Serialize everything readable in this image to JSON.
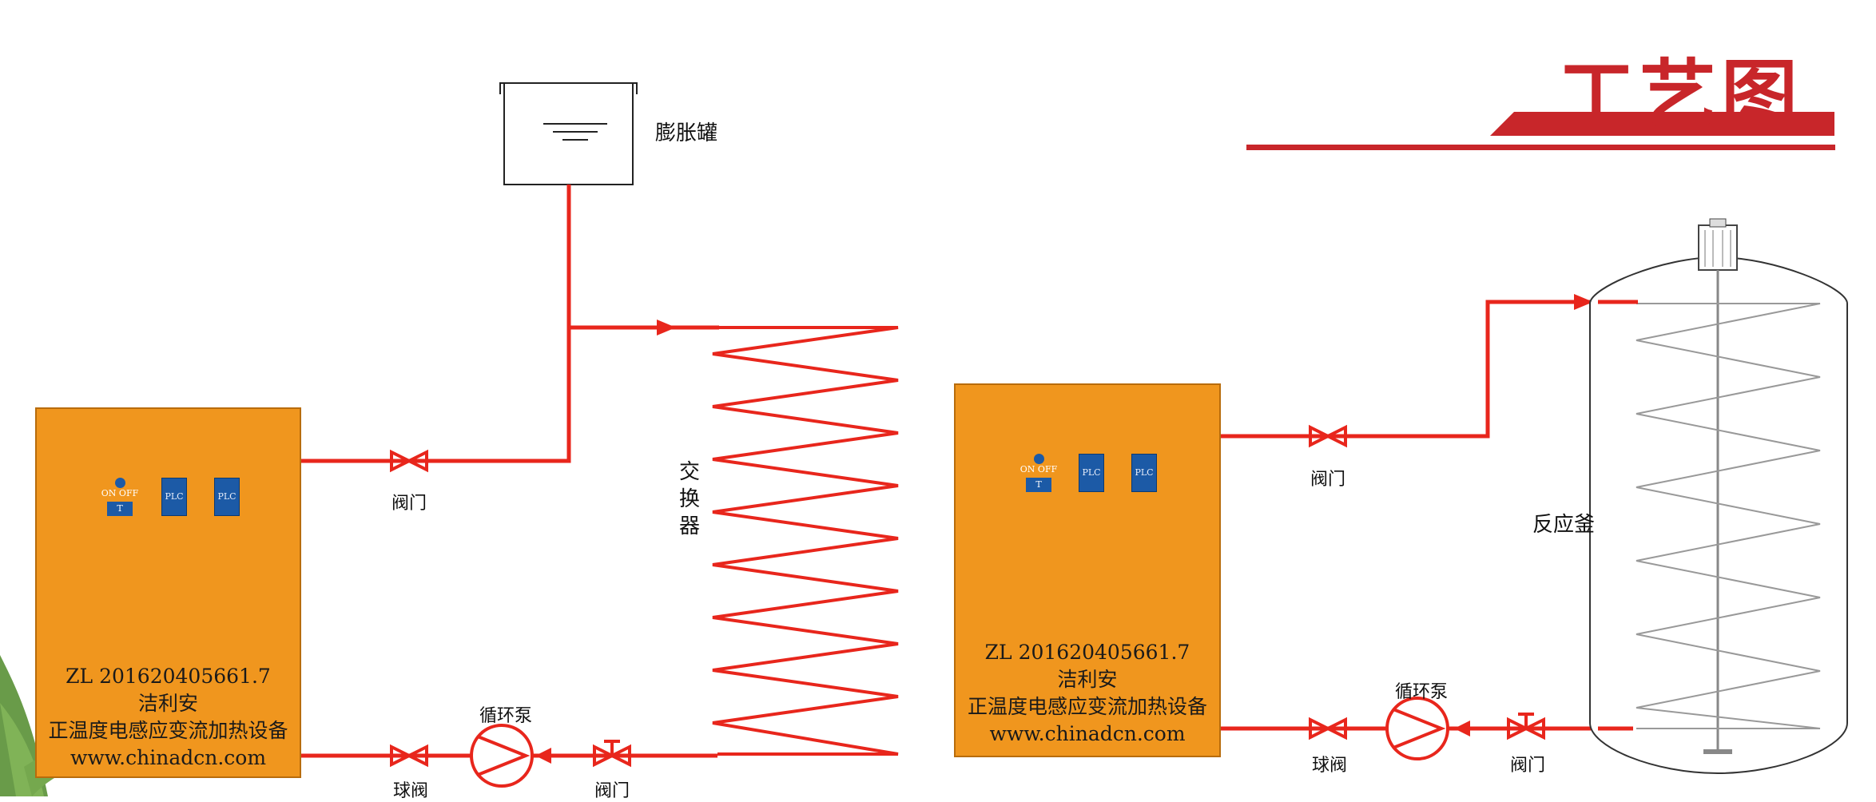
{
  "title": "工艺图",
  "colors": {
    "pipe": "#e8261c",
    "title": "#c8262a",
    "cabinet": "#f0961e",
    "plc": "#1c5aa6"
  },
  "expansion_tank": {
    "label": "膨胀罐"
  },
  "exchanger": {
    "chars": [
      "交",
      "换",
      "器"
    ]
  },
  "reactor": {
    "label": "反应釜"
  },
  "left_unit": {
    "valve_top_label": "阀门",
    "ball_valve_label": "球阀",
    "pump_label": "循环泵",
    "valve_bottom_label": "阀门",
    "panel": {
      "on_off": "ON OFF",
      "t": "T",
      "plc1": "PLC",
      "plc2": "PLC"
    },
    "text": {
      "patent": "ZL 201620405661.7",
      "brand": "洁利安",
      "desc": "正温度电感应变流加热设备",
      "url": "www.chinadcn.com"
    }
  },
  "right_unit": {
    "valve_top_label": "阀门",
    "ball_valve_label": "球阀",
    "pump_label": "循环泵",
    "valve_bottom_label": "阀门",
    "panel": {
      "on_off": "ON OFF",
      "t": "T",
      "plc1": "PLC",
      "plc2": "PLC"
    },
    "text": {
      "patent": "ZL 201620405661.7",
      "brand": "洁利安",
      "desc": "正温度电感应变流加热设备",
      "url": "www.chinadcn.com"
    }
  }
}
